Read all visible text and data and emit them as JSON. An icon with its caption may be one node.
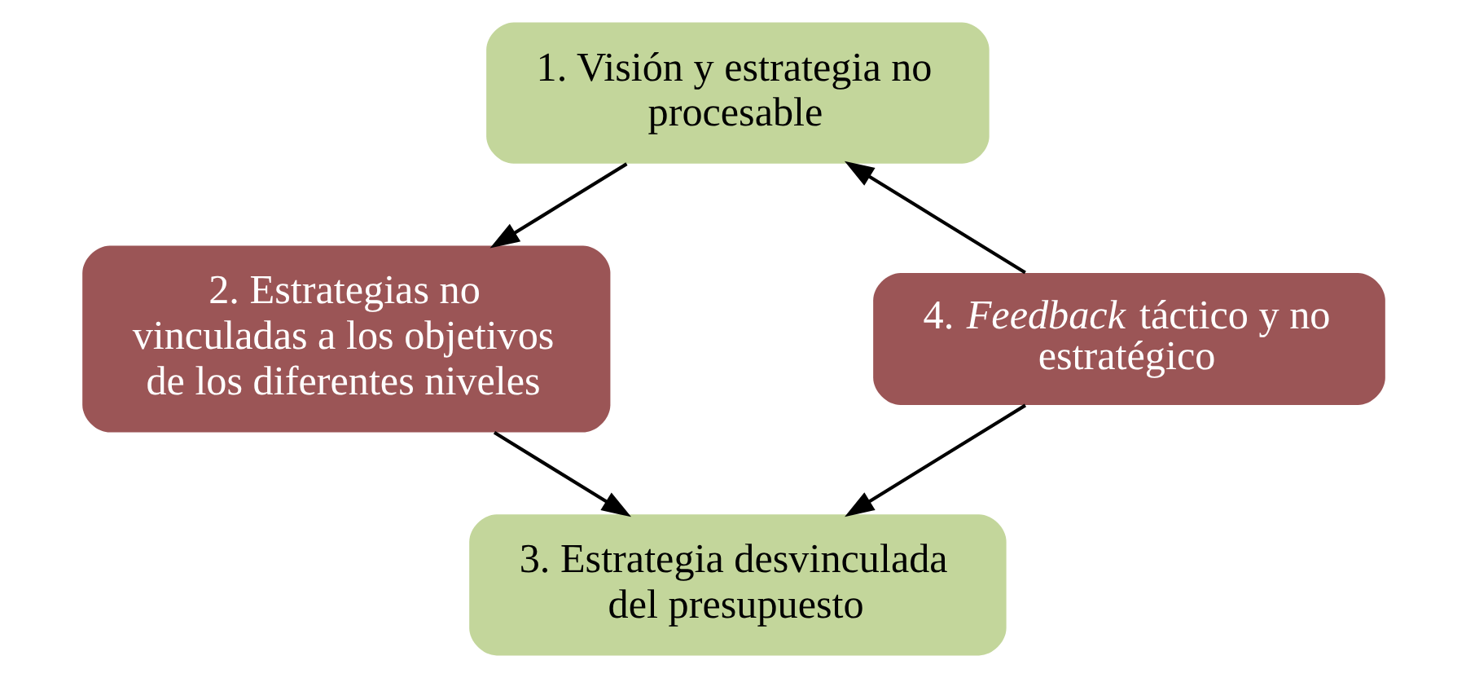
{
  "diagram": {
    "nodes": [
      {
        "text": [
          "1. Visión y estrategia no procesable"
        ]
      },
      {
        "text": [
          "2. Estrategias no vinculadas a los objetivos de los diferentes niveles"
        ]
      },
      {
        "text": [
          "3. Estrategia desvinculada del presupuesto"
        ]
      },
      {
        "text": [
          "4. *Feedback* táctico y no estratégico"
        ]
      }
    ],
    "edges": [
      {
        "from": 0,
        "to": 1,
        "arrow": "to"
      },
      {
        "from": 1,
        "to": 2,
        "arrow": "to"
      },
      {
        "from": 3,
        "to": 2,
        "arrow": "to"
      },
      {
        "from": 3,
        "to": 0,
        "arrow": "to"
      }
    ]
  }
}
